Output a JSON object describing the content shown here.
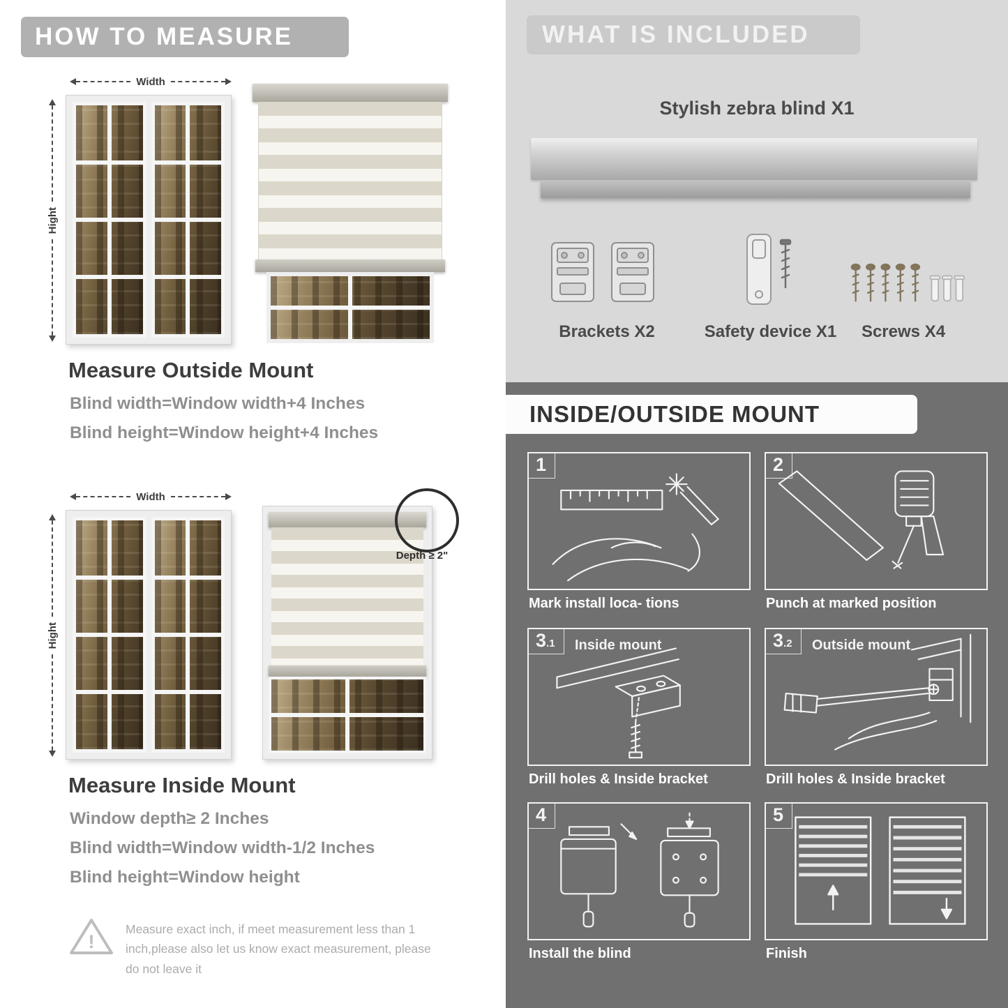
{
  "colors": {
    "left_bg": "#ffffff",
    "header_bar": "#b1b1b1",
    "included_bg": "#d9d9d9",
    "mount_bg": "#707070",
    "text_dark": "#3d3d3d",
    "text_gray": "#8f8f8f",
    "text_note": "#ababab"
  },
  "left": {
    "header": "HOW TO MEASURE",
    "outside": {
      "width_label": "Width",
      "height_label": "Hight",
      "heading": "Measure Outside Mount",
      "line1": "Blind width=Window width+4 Inches",
      "line2": "Blind height=Window height+4 Inches"
    },
    "inside": {
      "width_label": "Width",
      "height_label": "Hight",
      "depth_label": "Depth ≥ 2\"",
      "heading": "Measure Inside Mount",
      "line1": "Window depth≥ 2 Inches",
      "line2": "Blind width=Window width-1/2 Inches",
      "line3": "Blind height=Window height"
    },
    "note": {
      "icon": "warning-triangle-icon",
      "mark": "!",
      "text": "Measure exact inch, if meet measurement less than 1 inch,please also let us know exact measurement, please do not leave it"
    }
  },
  "right": {
    "included": {
      "header": "WHAT IS INCLUDED",
      "blind_label": "Stylish zebra blind X1",
      "items": [
        {
          "icon": "brackets-icon",
          "label": "Brackets X2"
        },
        {
          "icon": "safety-device-icon",
          "label": "Safety device X1"
        },
        {
          "icon": "screws-icon",
          "label": "Screws X4"
        }
      ]
    },
    "mount": {
      "header": "INSIDE/OUTSIDE MOUNT",
      "steps": [
        {
          "num": "1",
          "sub": "",
          "title": "",
          "caption": "Mark install loca- tions"
        },
        {
          "num": "2",
          "sub": "",
          "title": "",
          "caption": "Punch at  marked position"
        },
        {
          "num": "3",
          "sub": ".1",
          "title": "Inside mount",
          "caption": "Drill holes &  Inside bracket"
        },
        {
          "num": "3",
          "sub": ".2",
          "title": "Outside mount",
          "caption": "Drill holes &  Inside bracket"
        },
        {
          "num": "4",
          "sub": "",
          "title": "",
          "caption": "Install the blind"
        },
        {
          "num": "5",
          "sub": "",
          "title": "",
          "caption": "Finish"
        }
      ]
    }
  }
}
